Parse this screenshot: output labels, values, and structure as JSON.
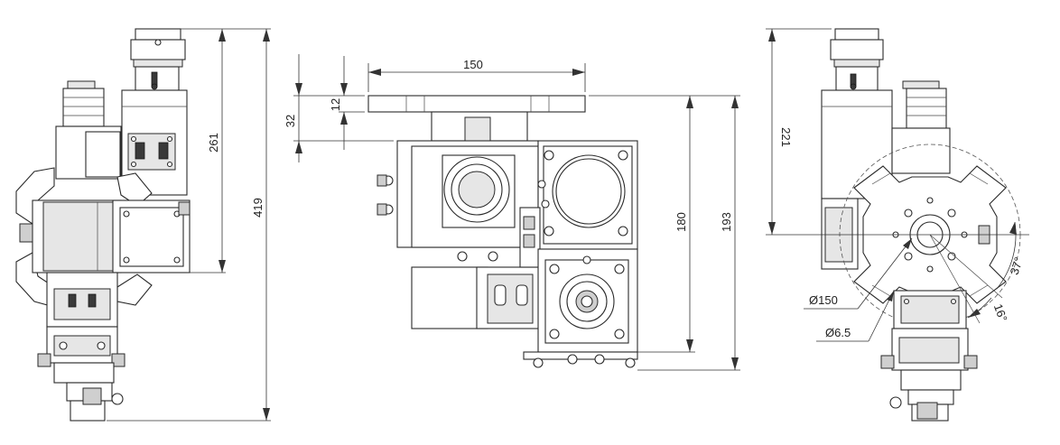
{
  "drawing": {
    "left_view": {
      "dim_total_height": "419",
      "dim_upper_height": "261"
    },
    "middle_view": {
      "dim_plate_width": "150",
      "dim_plate_thickness": "12",
      "dim_top_offset": "32",
      "dim_body_height": "180",
      "dim_overall_height": "193"
    },
    "right_view": {
      "dim_height": "221",
      "dim_flange_diameter": "Ø150",
      "dim_hole_diameter": "Ø6.5",
      "dim_angle_upper": "37°",
      "dim_angle_lower": "16°"
    }
  }
}
